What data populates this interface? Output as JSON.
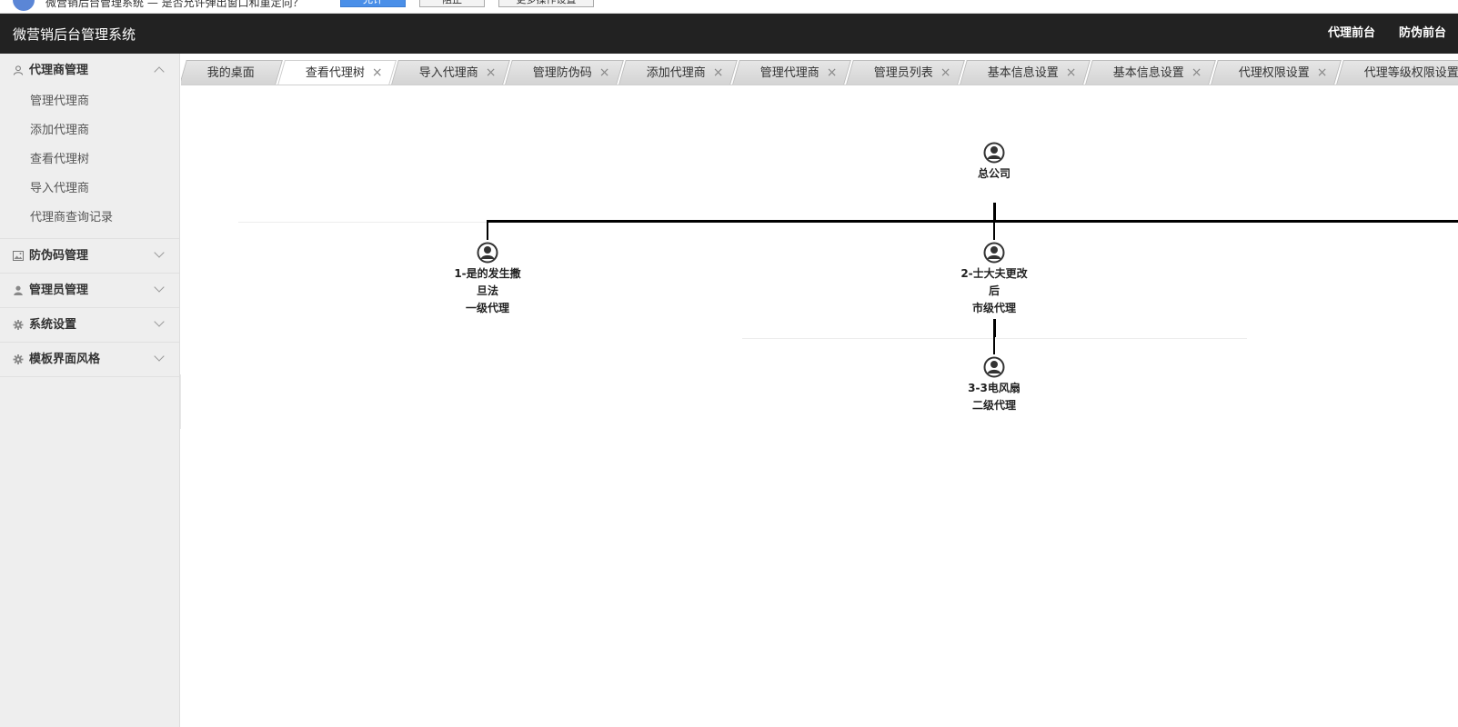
{
  "infobar": {
    "message": "微营销后台管理系统 — 是否允许弹出窗口和重定向？",
    "allow_label": "允许",
    "block_label": "阻止",
    "more_label": "更多操作设置"
  },
  "header": {
    "title": "微营销后台管理系统",
    "nav": [
      "代理前台",
      "防伪前台"
    ]
  },
  "sidebar": {
    "groups": [
      {
        "label": "代理商管理",
        "icon": "user-icon",
        "expanded": true,
        "items": [
          "管理代理商",
          "添加代理商",
          "查看代理树",
          "导入代理商",
          "代理商查询记录"
        ]
      },
      {
        "label": "防伪码管理",
        "icon": "image-icon",
        "expanded": false
      },
      {
        "label": "管理员管理",
        "icon": "person-icon",
        "expanded": false
      },
      {
        "label": "系统设置",
        "icon": "gear-icon",
        "expanded": false
      },
      {
        "label": "模板界面风格",
        "icon": "gear-icon",
        "expanded": false
      }
    ]
  },
  "tabs": [
    {
      "label": "我的桌面",
      "closable": false,
      "active": false
    },
    {
      "label": "查看代理树",
      "closable": true,
      "active": true
    },
    {
      "label": "导入代理商",
      "closable": true,
      "active": false
    },
    {
      "label": "管理防伪码",
      "closable": true,
      "active": false
    },
    {
      "label": "添加代理商",
      "closable": true,
      "active": false
    },
    {
      "label": "管理代理商",
      "closable": true,
      "active": false
    },
    {
      "label": "管理员列表",
      "closable": true,
      "active": false
    },
    {
      "label": "基本信息设置",
      "closable": true,
      "active": false
    },
    {
      "label": "基本信息设置",
      "closable": true,
      "active": false
    },
    {
      "label": "代理权限设置",
      "closable": true,
      "active": false
    },
    {
      "label": "代理等级权限设置",
      "closable": true,
      "active": false
    }
  ],
  "tab_close_glyph": "×",
  "tree": {
    "root": {
      "name": "总公司"
    },
    "level1": [
      {
        "name_line1": "1-是的发生撒",
        "name_line2": "旦法",
        "level": "一级代理"
      },
      {
        "name_line1": "2-士大夫更改",
        "name_line2": "后",
        "level": "市级代理"
      }
    ],
    "level2": [
      {
        "name": "3-3电风扇",
        "level": "二级代理"
      }
    ]
  },
  "colors": {
    "header_bg": "#222222",
    "sidebar_bg": "#eeeeee",
    "accent": "#4a8fe8"
  }
}
